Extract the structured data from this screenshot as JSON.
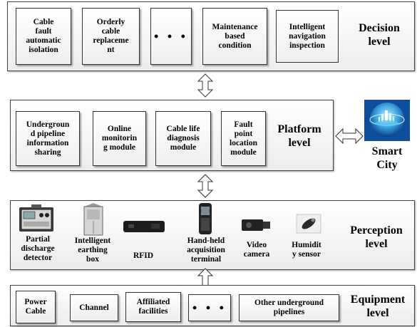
{
  "decision": {
    "boxes": [
      "Cable\nfault\nautomatic\nisolation",
      "Orderly\ncable\nreplaceme\nnt",
      "• • •",
      "Maintenance\nbased\ncondition",
      "Intelligent\nnavigation\ninspection"
    ],
    "level_label": "Decision\nlevel"
  },
  "platform": {
    "boxes": [
      "Undergroun\nd pipeline\ninformation\nsharing",
      "Online\nmonitorin\ng module",
      "Cable life\ndiagnosis\nmodule",
      "Fault\npoint\nlocation\nmodule"
    ],
    "level_label": "Platform\nlevel"
  },
  "smart_city": {
    "label": "Smart\nCity",
    "icon": "smart-city-globe-icon"
  },
  "perception": {
    "devices": [
      {
        "label": "Partial\ndischarge\ndetector",
        "icon": "partial-discharge-detector-icon"
      },
      {
        "label": "Intelligent\nearthing\nbox",
        "icon": "earthing-box-icon"
      },
      {
        "label": "RFID",
        "icon": "rfid-reader-icon"
      },
      {
        "label": "Hand-held\nacquisition\nterminal",
        "icon": "handheld-terminal-icon"
      },
      {
        "label": "Video\ncamera",
        "icon": "video-camera-icon"
      },
      {
        "label": "Humidit\ny sensor",
        "icon": "humidity-sensor-icon"
      }
    ],
    "level_label": "Perception\nlevel"
  },
  "equipment": {
    "boxes": [
      "Power\nCable",
      "Channel",
      "Affiliated\nfacilities",
      "• • •",
      "Other underground\npipelines"
    ],
    "level_label": "Equipment\nlevel"
  },
  "colors": {
    "panel_border": "#444444",
    "globe_blue": "#1f6fc0",
    "globe_light": "#7fd3f5"
  }
}
